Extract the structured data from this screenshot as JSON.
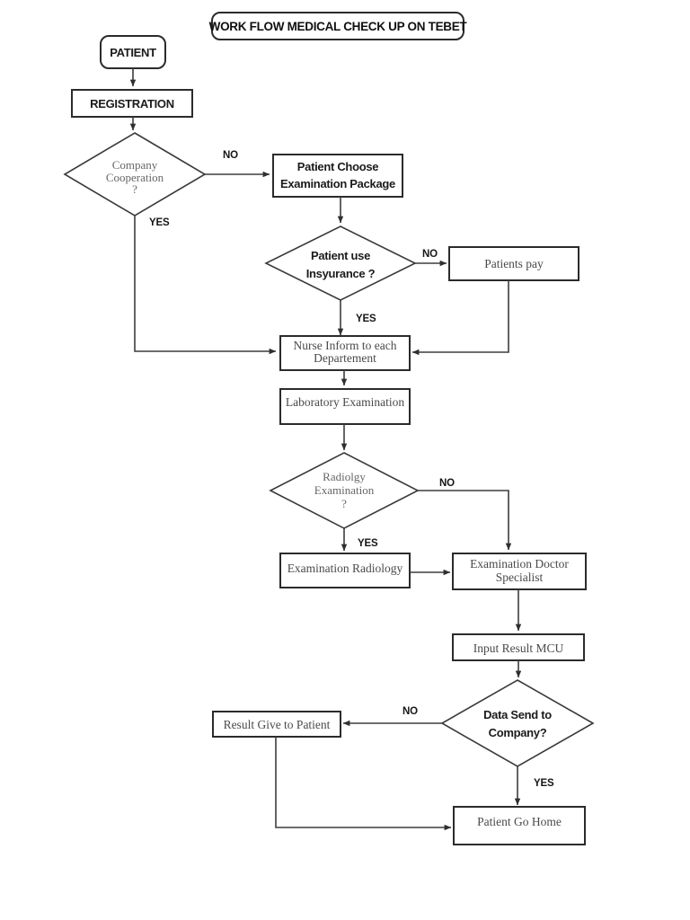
{
  "diagram": {
    "title": "WORK FLOW MEDICAL CHECK UP ON TEBET",
    "type": "flowchart",
    "nodes": {
      "patient": {
        "label": "PATIENT",
        "shape": "rounded-rectangle"
      },
      "registration": {
        "label": "REGISTRATION",
        "shape": "rectangle"
      },
      "company_cooperation": {
        "line1": "Company",
        "line2": "Cooperation",
        "line3": "?",
        "shape": "diamond"
      },
      "patient_choose": {
        "line1": "Patient Choose",
        "line2": "Examination Package",
        "shape": "rectangle"
      },
      "patient_insurance": {
        "line1": "Patient use",
        "line2": "Insyurance ?",
        "shape": "diamond"
      },
      "patients_pay": {
        "label": "Patients pay",
        "shape": "rectangle"
      },
      "nurse_inform": {
        "line1": "Nurse Inform to each",
        "line2": "Departement",
        "shape": "rectangle"
      },
      "laboratory_examination": {
        "label": "Laboratory Examination",
        "shape": "rectangle"
      },
      "radiology_decision": {
        "line1": "Radiolgy",
        "line2": "Examination",
        "line3": "?",
        "shape": "diamond"
      },
      "examination_radiology": {
        "label": "Examination Radiology",
        "shape": "rectangle"
      },
      "examination_doctor": {
        "line1": "Examination Doctor",
        "line2": "Specialist",
        "shape": "rectangle"
      },
      "input_result": {
        "label": "Input Result MCU",
        "shape": "rectangle"
      },
      "data_send_company": {
        "line1": "Data Send to",
        "line2": "Company?",
        "shape": "diamond"
      },
      "result_give_patient": {
        "label": "Result Give to Patient",
        "shape": "rectangle"
      },
      "patient_go_home": {
        "label": "Patient Go Home",
        "shape": "rectangle"
      }
    },
    "edge_labels": {
      "cooperation_no": "NO",
      "cooperation_yes": "YES",
      "insurance_no": "NO",
      "insurance_yes": "YES",
      "radiology_no": "NO",
      "radiology_yes": "YES",
      "datasend_no": "NO",
      "datasend_yes": "YES"
    },
    "colors": {
      "background": "#ffffff",
      "shape_stroke": "#3a3a3a",
      "connector": "#5a5a5a",
      "serif_text": "#4a4a4a",
      "bold_text": "#1b1b1b"
    }
  }
}
